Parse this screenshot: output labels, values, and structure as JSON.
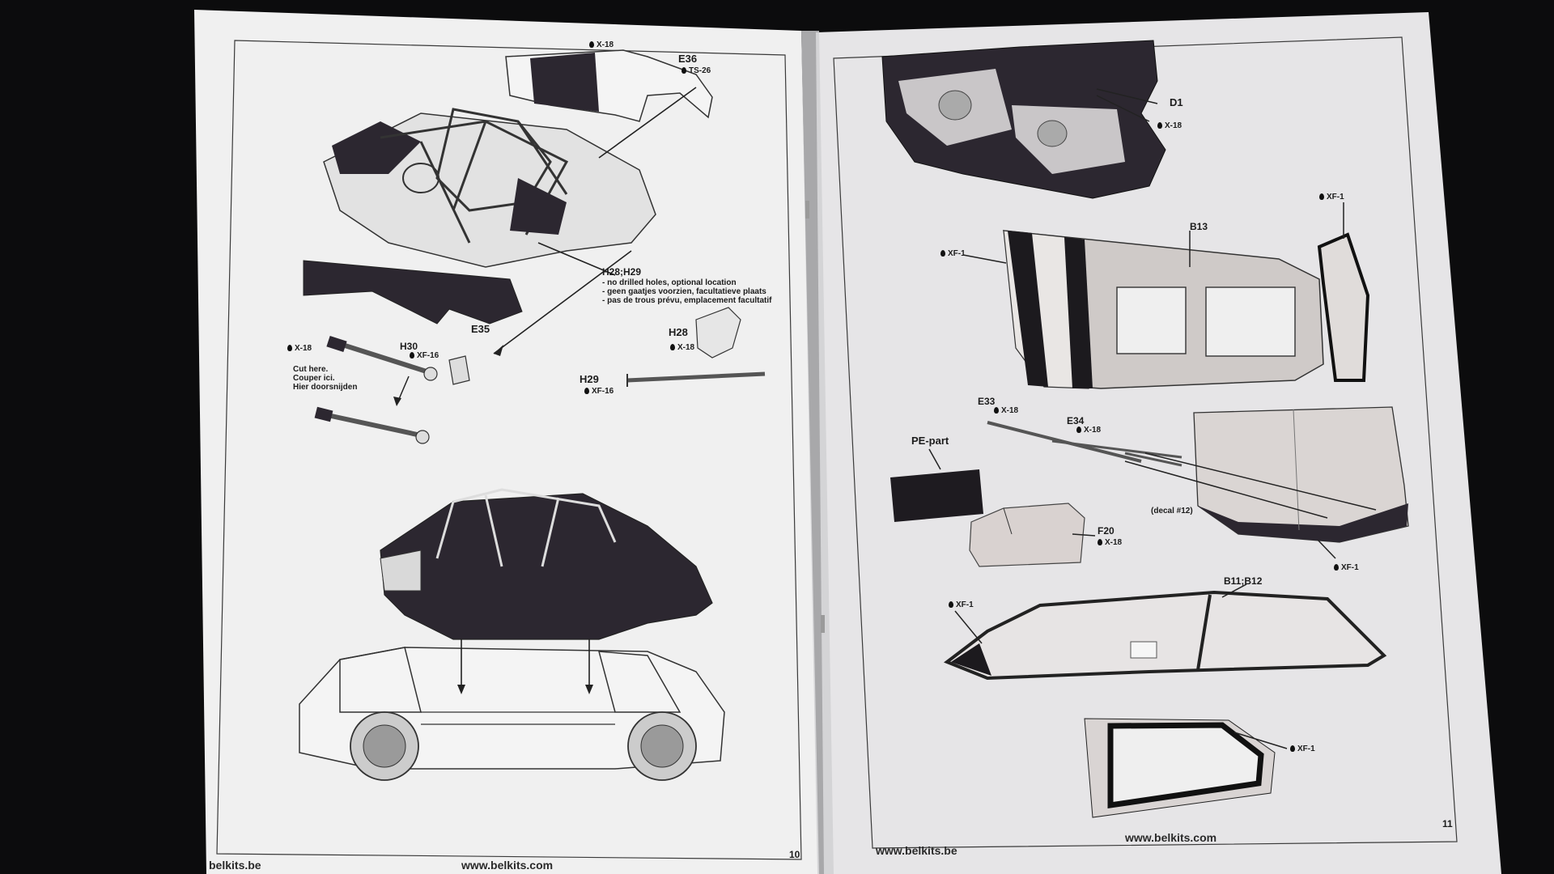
{
  "left_page": {
    "labels": {
      "x18_top": "X-18",
      "e36": "E36",
      "ts26": "TS-26",
      "h28h29": "H28;H29",
      "note1": "- no drilled holes, optional location",
      "note2": "- geen gaatjes voorzien, facultatieve plaats",
      "note3": "- pas de trous prévu, emplacement facultatif",
      "e35": "E35",
      "h28": "H28",
      "x18_h28": "X-18",
      "h29": "H29",
      "xf16_h29": "XF-16",
      "x18_h30": "X-18",
      "h30": "H30",
      "xf16_h30": "XF-16",
      "cut1": "Cut here.",
      "cut2": "Couper ici.",
      "cut3": "Hier doorsnijden"
    },
    "footer_left": "belkits.be",
    "footer_url": "www.belkits.com",
    "page_number": "10"
  },
  "right_page": {
    "labels": {
      "d1": "D1",
      "x18_d1": "X-18",
      "b13": "B13",
      "xf1_left": "XF-1",
      "xf1_right": "XF-1",
      "e33": "E33",
      "x18_e33": "X-18",
      "e34": "E34",
      "x18_e34": "X-18",
      "pe_part": "PE-part",
      "decal": "(decal #12)",
      "f20": "F20",
      "x18_f20": "X-18",
      "xf1_hood": "XF-1",
      "b11b12": "B11;B12",
      "xf1_windscreen": "XF-1",
      "xf1_quarter": "XF-1"
    },
    "footer_url": "www.belkits.be",
    "footer_url2": "www.belkits.com",
    "page_number": "11"
  },
  "colors": {
    "background": "#0c0c0d",
    "paper_left": "#f1f1f1",
    "paper_right": "#e8e7e8",
    "dark_part": "#2c2730",
    "line": "#2a2a2a"
  }
}
